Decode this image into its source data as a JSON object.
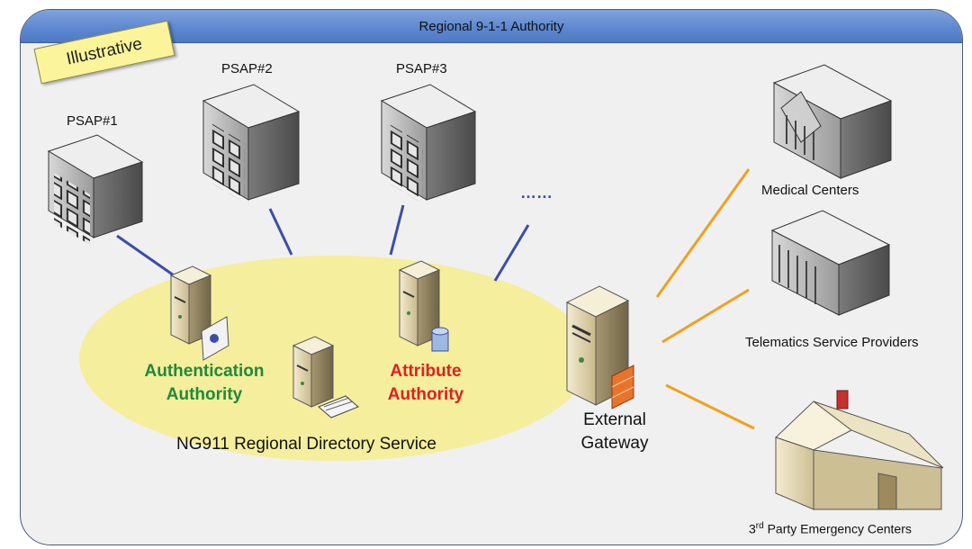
{
  "title": "Regional 9-1-1 Authority",
  "badge": "Illustrative",
  "psaps": [
    "PSAP#1",
    "PSAP#2",
    "PSAP#3"
  ],
  "more": "……",
  "directory": {
    "label": "NG911 Regional Directory Service",
    "auth_line1": "Authentication",
    "auth_line2": "Authority",
    "attr_line1": "Attribute",
    "attr_line2": "Authority"
  },
  "gateway": {
    "line1": "External",
    "line2": "Gateway"
  },
  "external": {
    "medical": "Medical Centers",
    "telematics": "Telematics Service Providers",
    "third_party_prefix": "3",
    "third_party_sup": "rd",
    "third_party_suffix": " Party Emergency Centers"
  },
  "colors": {
    "psap_link": "#3a4ea8",
    "external_link": "#f0a020",
    "ellipse": "#f5ee9c",
    "header": "#5c86cf"
  }
}
